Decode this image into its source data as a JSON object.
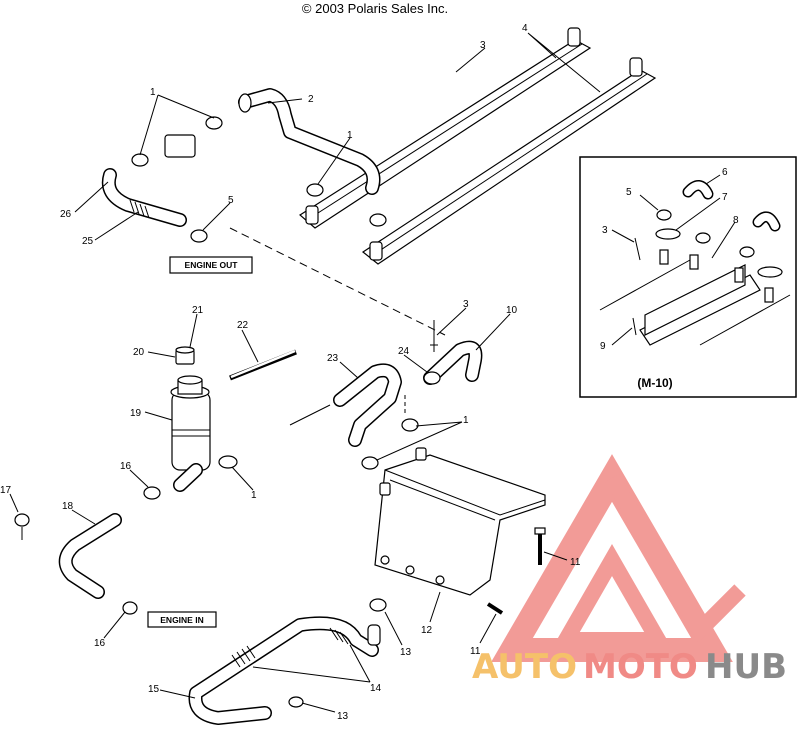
{
  "copyright": "© 2003 Polaris Sales Inc.",
  "tags": {
    "engine_out": "ENGINE OUT",
    "engine_in": "ENGINE IN"
  },
  "inset": {
    "title": "(M-10)"
  },
  "watermark": {
    "part1": "AUTO",
    "part2": "MOTO",
    "part3": "HUB",
    "colors": {
      "auto": "#f5c16a",
      "moto": "#f08a86",
      "hub": "#8a8a8a",
      "triangle": "#f08a86"
    }
  },
  "callouts": [
    {
      "id": "c1a",
      "text": "1"
    },
    {
      "id": "c2",
      "text": "2"
    },
    {
      "id": "c3a",
      "text": "3"
    },
    {
      "id": "c4",
      "text": "4"
    },
    {
      "id": "c1b",
      "text": "1"
    },
    {
      "id": "c26",
      "text": "26"
    },
    {
      "id": "c25",
      "text": "25"
    },
    {
      "id": "c5a",
      "text": "5"
    },
    {
      "id": "c21",
      "text": "21"
    },
    {
      "id": "c22",
      "text": "22"
    },
    {
      "id": "c20",
      "text": "20"
    },
    {
      "id": "c19",
      "text": "19"
    },
    {
      "id": "c16a",
      "text": "16"
    },
    {
      "id": "c1c",
      "text": "1"
    },
    {
      "id": "c17",
      "text": "17"
    },
    {
      "id": "c18",
      "text": "18"
    },
    {
      "id": "c16b",
      "text": "16"
    },
    {
      "id": "c3b",
      "text": "3"
    },
    {
      "id": "c10",
      "text": "10"
    },
    {
      "id": "c23",
      "text": "23"
    },
    {
      "id": "c24",
      "text": "24"
    },
    {
      "id": "c1d",
      "text": "1"
    },
    {
      "id": "c11a",
      "text": "11"
    },
    {
      "id": "c12",
      "text": "12"
    },
    {
      "id": "c11b",
      "text": "11"
    },
    {
      "id": "c13a",
      "text": "13"
    },
    {
      "id": "c14",
      "text": "14"
    },
    {
      "id": "c15",
      "text": "15"
    },
    {
      "id": "c13b",
      "text": "13"
    },
    {
      "id": "c6",
      "text": "6"
    },
    {
      "id": "c5b",
      "text": "5"
    },
    {
      "id": "c7",
      "text": "7"
    },
    {
      "id": "c3c",
      "text": "3"
    },
    {
      "id": "c8",
      "text": "8"
    },
    {
      "id": "c9",
      "text": "9"
    }
  ]
}
